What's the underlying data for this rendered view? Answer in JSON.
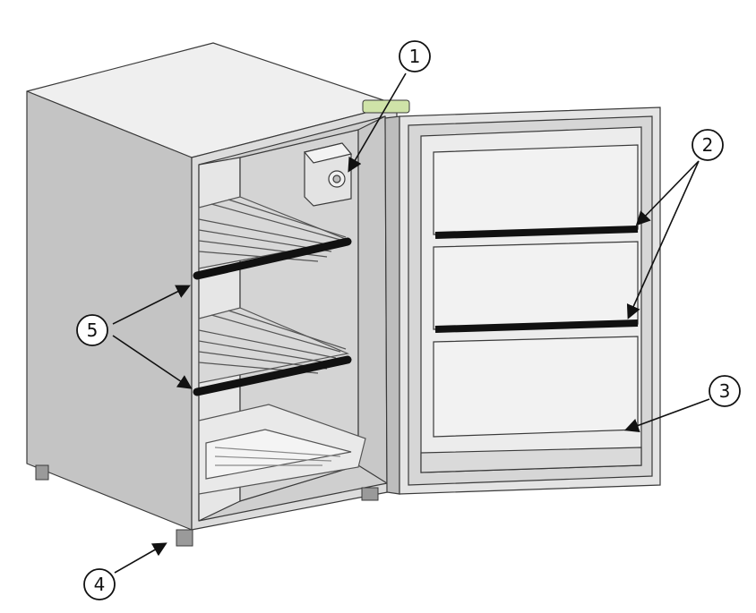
{
  "callouts": [
    {
      "id": "1",
      "label": "1"
    },
    {
      "id": "2",
      "label": "2"
    },
    {
      "id": "3",
      "label": "3"
    },
    {
      "id": "4",
      "label": "4"
    },
    {
      "id": "5",
      "label": "5"
    }
  ],
  "colors": {
    "cabinet_face": "#d9d9d9",
    "cabinet_side": "#bdbdbd",
    "cabinet_top": "#efefef",
    "outline": "#3a3a3a",
    "shelf_edge": "#111111",
    "hinge_accent": "#cfe3a8",
    "door_panel": "#e4e4e4"
  },
  "icons": [
    "thermostat-icon",
    "arrow-icon"
  ]
}
